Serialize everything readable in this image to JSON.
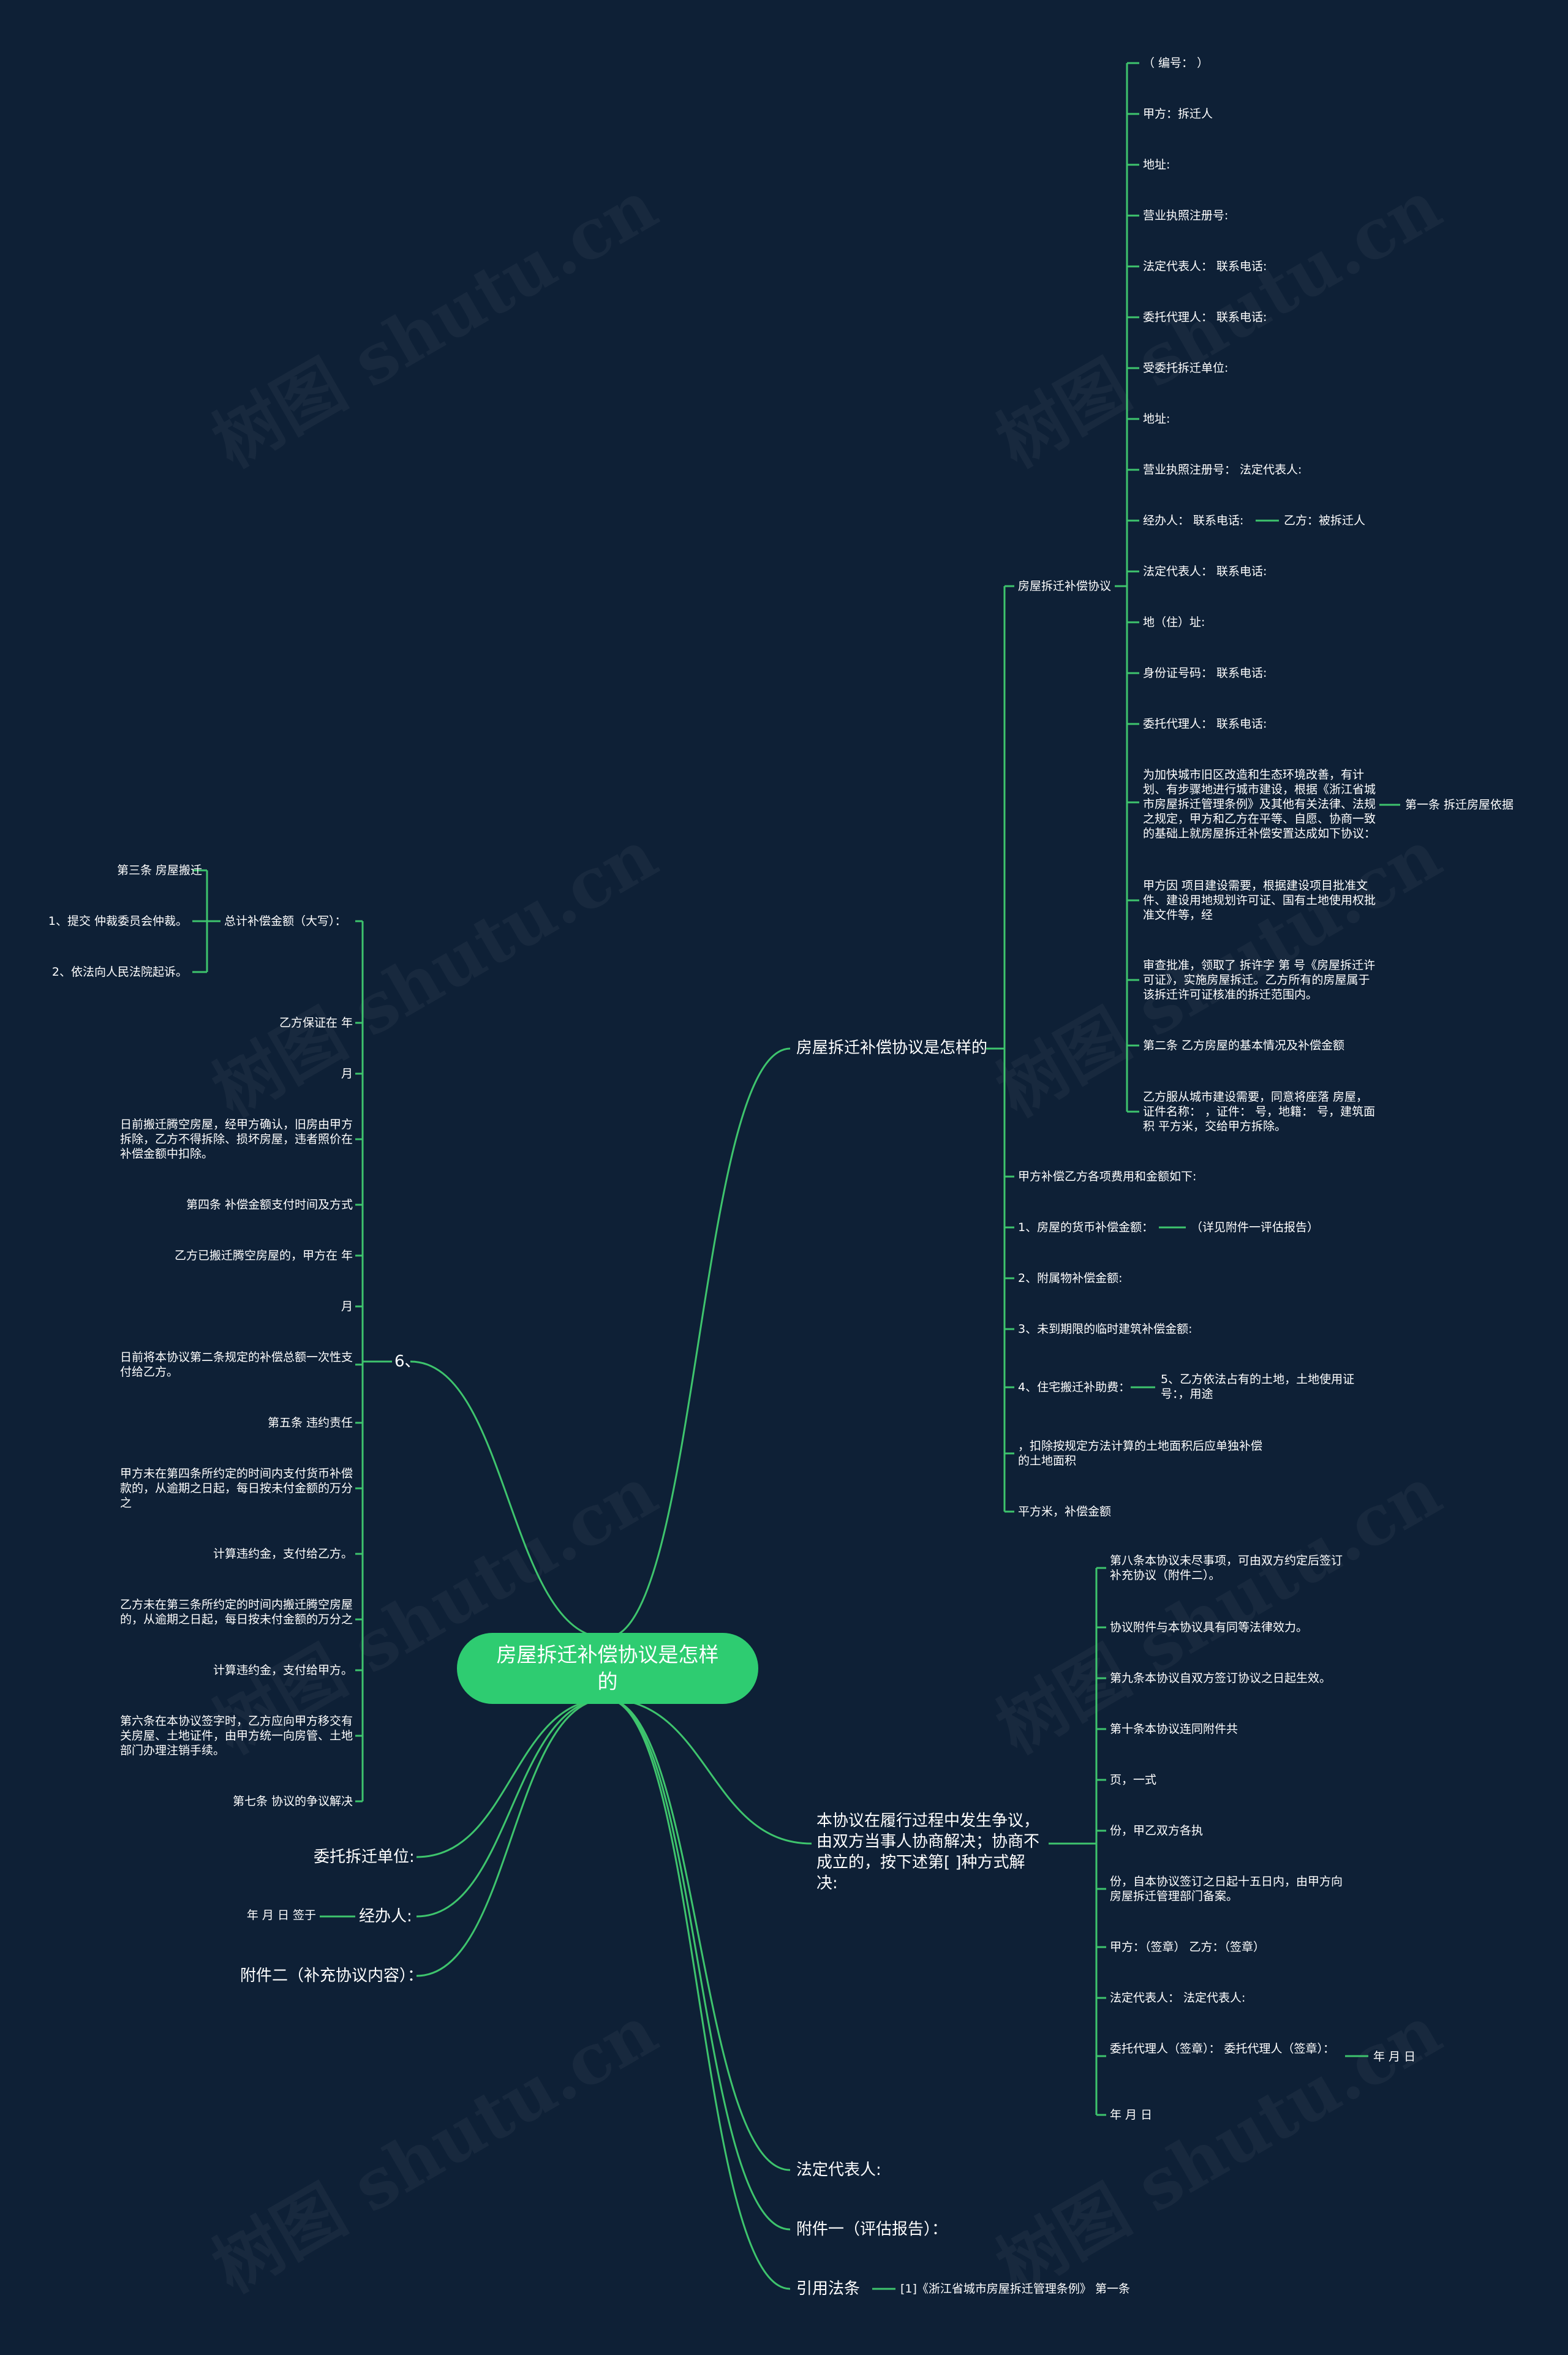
{
  "watermark": "树图 shutu.cn",
  "colors": {
    "background": "#0e2036",
    "line": "#3ec46d",
    "root_fill": "#2ecc71",
    "text": "#ffffff"
  },
  "root": "房屋拆迁补偿协议是怎样的",
  "top_branch": {
    "title": "房屋拆迁补偿协议是怎样的",
    "agreement": {
      "title": "房屋拆迁补偿协议",
      "items": [
        "（ 编号： ）",
        "甲方：拆迁人",
        "地址:",
        "营业执照注册号:",
        "法定代表人： 联系电话:",
        "委托代理人： 联系电话:",
        "受委托拆迁单位:",
        "地址:",
        "营业执照注册号： 法定代表人:",
        "经办人： 联系电话:",
        "法定代表人： 联系电话:",
        "地（住）址:",
        "身份证号码： 联系电话:",
        "委托代理人： 联系电话:",
        "为加快城市旧区改造和生态环境改善，有计划、有步骤地进行城市建设，根据《浙江省城市房屋拆迁管理条例》及其他有关法律、法规之规定，甲方和乙方在平等、自愿、协商一致的基础上就房屋拆迁补偿安置达成如下协议：",
        "甲方因 项目建设需要，根据建设项目批准文件、建设用地规划许可证、国有土地使用权批准文件等，经",
        "审查批准，领取了 拆许字 第 号《房屋拆迁许可证》，实施房屋拆迁。乙方所有的房屋属于该拆迁许可证核准的拆迁范围内。",
        "第二条 乙方房屋的基本情况及补偿金额",
        "乙方服从城市建设需要，同意将座落 房屋，证件名称： ，证件： 号，地籍： 号，建筑面积 平方米，交给甲方拆除。"
      ],
      "party_b": "乙方：被拆迁人",
      "article1": "第一条 拆迁房屋依据"
    },
    "items": [
      "甲方补偿乙方各项费用和金额如下:",
      "1、房屋的货币补偿金额：",
      "2、附属物补偿金额:",
      "3、未到期限的临时建筑补偿金额:",
      "4、住宅搬迁补助费：",
      "，扣除按规定方法计算的土地面积后应单独补偿的土地面积",
      "平方米，补偿金额"
    ],
    "appendix_note": "（详见附件一评估报告）",
    "land_note": "5、乙方依法占有的土地，土地使用证号：，用途"
  },
  "left_branch": {
    "title": "6、",
    "total": "总计补偿金额（大写）：",
    "total_children": [
      "第三条 房屋搬迁",
      "1、提交 仲裁委员会仲裁。",
      "2、依法向人民法院起诉。"
    ],
    "items": [
      "乙方保证在 年",
      "月",
      "日前搬迁腾空房屋，经甲方确认，旧房由甲方拆除，乙方不得拆除、损坏房屋，违者照价在补偿金额中扣除。",
      "第四条 补偿金额支付时间及方式",
      "乙方已搬迁腾空房屋的，甲方在 年",
      "月",
      "日前将本协议第二条规定的补偿总额一次性支付给乙方。",
      "第五条 违约责任",
      "甲方未在第四条所约定的时间内支付货币补偿款的，从逾期之日起，每日按未付金额的万分之",
      "计算违约金，支付给乙方。",
      "乙方未在第三条所约定的时间内搬迁腾空房屋的，从逾期之日起，每日按未付金额的万分之",
      "计算违约金，支付给甲方。",
      "第六条在本协议签字时，乙方应向甲方移交有关房屋、土地证件，由甲方统一向房管、土地部门办理注销手续。",
      "第七条 协议的争议解决"
    ]
  },
  "left_small": {
    "entrusted_unit": "委托拆迁单位:",
    "handler": "经办人:",
    "signed": "年 月 日 签于",
    "appendix2": "附件二（补充协议内容）："
  },
  "dispute_branch": {
    "title": "本协议在履行过程中发生争议，由双方当事人协商解决；协商不成立的，按下述第[ ]种方式解决:",
    "items": [
      "第八条本协议未尽事项，可由双方约定后签订补充协议（附件二）。",
      "协议附件与本协议具有同等法律效力。",
      "第九条本协议自双方签订协议之日起生效。",
      "第十条本协议连同附件共",
      "页，一式",
      "份，甲乙双方各执",
      "份，自本协议签订之日起十五日内，由甲方向房屋拆迁管理部门备案。",
      "甲方：（签章） 乙方：（签章）",
      "法定代表人： 法定代表人:",
      "委托代理人（签章）： 委托代理人（签章）：",
      "年 月 日"
    ],
    "date_child": "年 月 日"
  },
  "bottom_items": {
    "legal_rep": "法定代表人:",
    "appendix1": "附件一（评估报告）：",
    "citation": "引用法条",
    "citation_child": "[1]《浙江省城市房屋拆迁管理条例》 第一条"
  }
}
